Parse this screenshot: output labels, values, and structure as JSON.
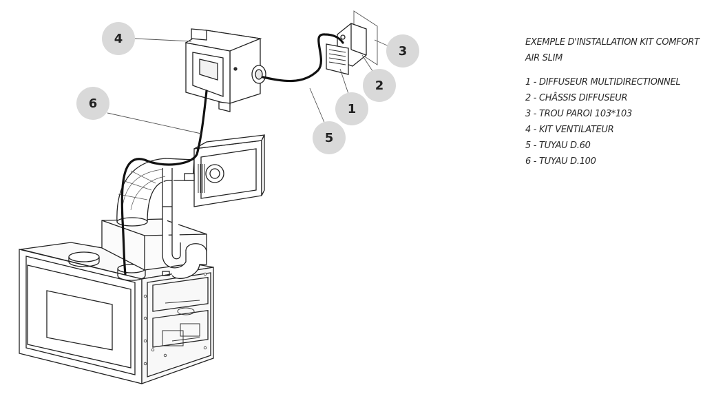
{
  "legend": {
    "title": "EXEMPLE D'INSTALLATION KIT COMFORT AIR SLIM",
    "items": [
      "1 - DIFFUSEUR MULTIDIRECTIONNEL",
      "2 - CHÂSSIS DIFFUSEUR",
      "3 - TROU PAROI 103*103",
      "4 - KIT VENTILATEUR",
      "5 - TUYAU D.60",
      "6 - TUYAU D.100"
    ]
  },
  "callouts": {
    "c1": "1",
    "c2": "2",
    "c3": "3",
    "c4": "4",
    "c5": "5",
    "c6": "6"
  },
  "colors": {
    "callout_fill": "#d9d9d9",
    "line": "#222222",
    "pipe": "#111111",
    "leader": "#555555"
  }
}
